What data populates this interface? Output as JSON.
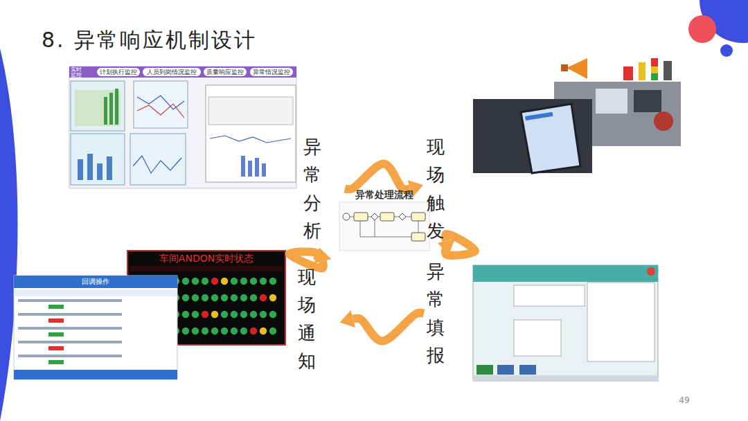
{
  "diagram": {
    "title": "8. 异常响应机制设计",
    "nodes": [
      {
        "text": [
          "异常分析"
        ]
      },
      {
        "text": [
          "现场触发"
        ]
      },
      {
        "text": [
          "异常填报"
        ]
      },
      {
        "text": [
          "现场通知"
        ]
      }
    ],
    "edges": [
      {
        "from": 0,
        "to": 1,
        "arrow": "to"
      },
      {
        "from": 1,
        "to": 2,
        "arrow": "to"
      },
      {
        "from": 2,
        "to": 3,
        "arrow": "to"
      },
      {
        "from": 3,
        "to": 0,
        "arrow": "to"
      }
    ],
    "labels": [
      "实时监控",
      "计划执行监控",
      "人员到岗情况监控",
      "质量响应监控",
      "异常情况监控",
      "异常处理流程",
      "车间ANDON实时状态",
      "回调操作",
      "49"
    ]
  }
}
